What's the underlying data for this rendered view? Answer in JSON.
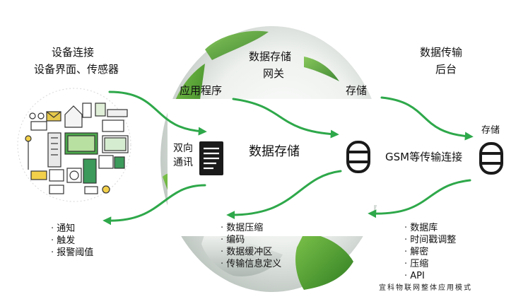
{
  "labels": {
    "device_title": "设备连接",
    "device_subtitle": "设备界面、传感器",
    "gateway_title": "数据存储",
    "gateway_subtitle": "网关",
    "backend_title": "数据传输",
    "backend_subtitle": "后台",
    "app": "应用程序",
    "storage_top": "存储",
    "storage_right": "存储",
    "bidirectional_1": "双向",
    "bidirectional_2": "通讯",
    "center": "数据存储",
    "gsm": "GSM等传输连接",
    "caption": "宜科物联网整体应用模式"
  },
  "device_items": [
    "通知",
    "触发",
    "报警阈值"
  ],
  "gateway_items": [
    "数据压缩",
    "编码",
    "数据缓冲区",
    "传输信息定义"
  ],
  "backend_items": [
    "数据库",
    "时间戳调整",
    "解密",
    "压缩",
    "API"
  ],
  "icons": {
    "device_cluster": "devices-cluster-icon",
    "document": "document-icon",
    "database": "database-icon",
    "globe": "globe-icon",
    "arrow": "green-curved-arrow"
  },
  "colors": {
    "arrow": "#2ea84a",
    "globe_green": "#3f9a2a",
    "icon_dark": "#1a1a1a"
  }
}
